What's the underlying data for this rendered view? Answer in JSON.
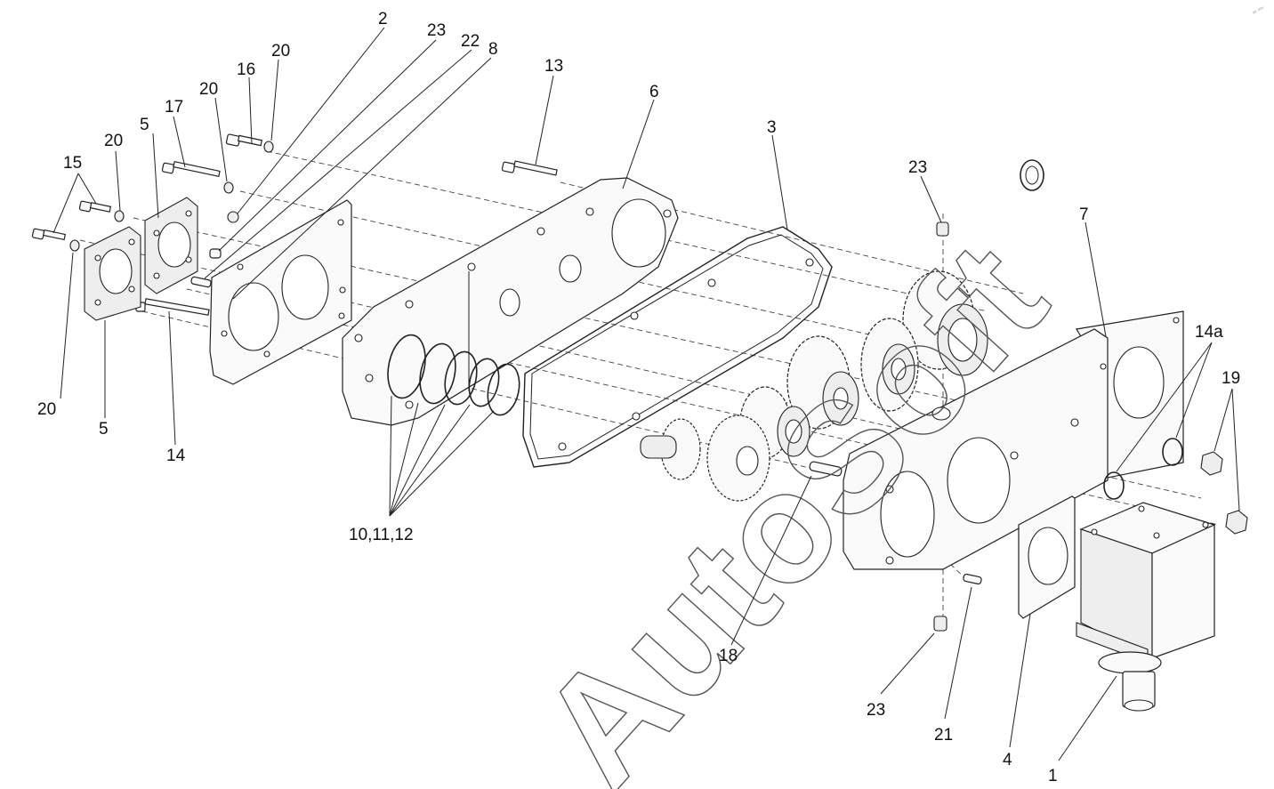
{
  "watermark": "AutoSoft",
  "corner_mark": "ᵖᵘ ᵘᵘᵘ",
  "callouts": [
    {
      "id": "c2",
      "text": "2"
    },
    {
      "id": "c23a",
      "text": "23"
    },
    {
      "id": "c22",
      "text": "22"
    },
    {
      "id": "c8",
      "text": "8"
    },
    {
      "id": "c20a",
      "text": "20"
    },
    {
      "id": "c16",
      "text": "16"
    },
    {
      "id": "c13",
      "text": "13"
    },
    {
      "id": "c20b",
      "text": "20"
    },
    {
      "id": "c17",
      "text": "17"
    },
    {
      "id": "c6",
      "text": "6"
    },
    {
      "id": "c5a",
      "text": "5"
    },
    {
      "id": "c20c",
      "text": "20"
    },
    {
      "id": "c15",
      "text": "15"
    },
    {
      "id": "c3",
      "text": "3"
    },
    {
      "id": "c23b",
      "text": "23"
    },
    {
      "id": "c7",
      "text": "7"
    },
    {
      "id": "c14a",
      "text": "14a"
    },
    {
      "id": "c19",
      "text": "19"
    },
    {
      "id": "c20d",
      "text": "20"
    },
    {
      "id": "c5b",
      "text": "5"
    },
    {
      "id": "c14",
      "text": "14"
    },
    {
      "id": "c101112",
      "text": "10,11,12"
    },
    {
      "id": "c18",
      "text": "18"
    },
    {
      "id": "c23c",
      "text": "23"
    },
    {
      "id": "c21",
      "text": "21"
    },
    {
      "id": "c4",
      "text": "4"
    },
    {
      "id": "c1",
      "text": "1"
    }
  ]
}
